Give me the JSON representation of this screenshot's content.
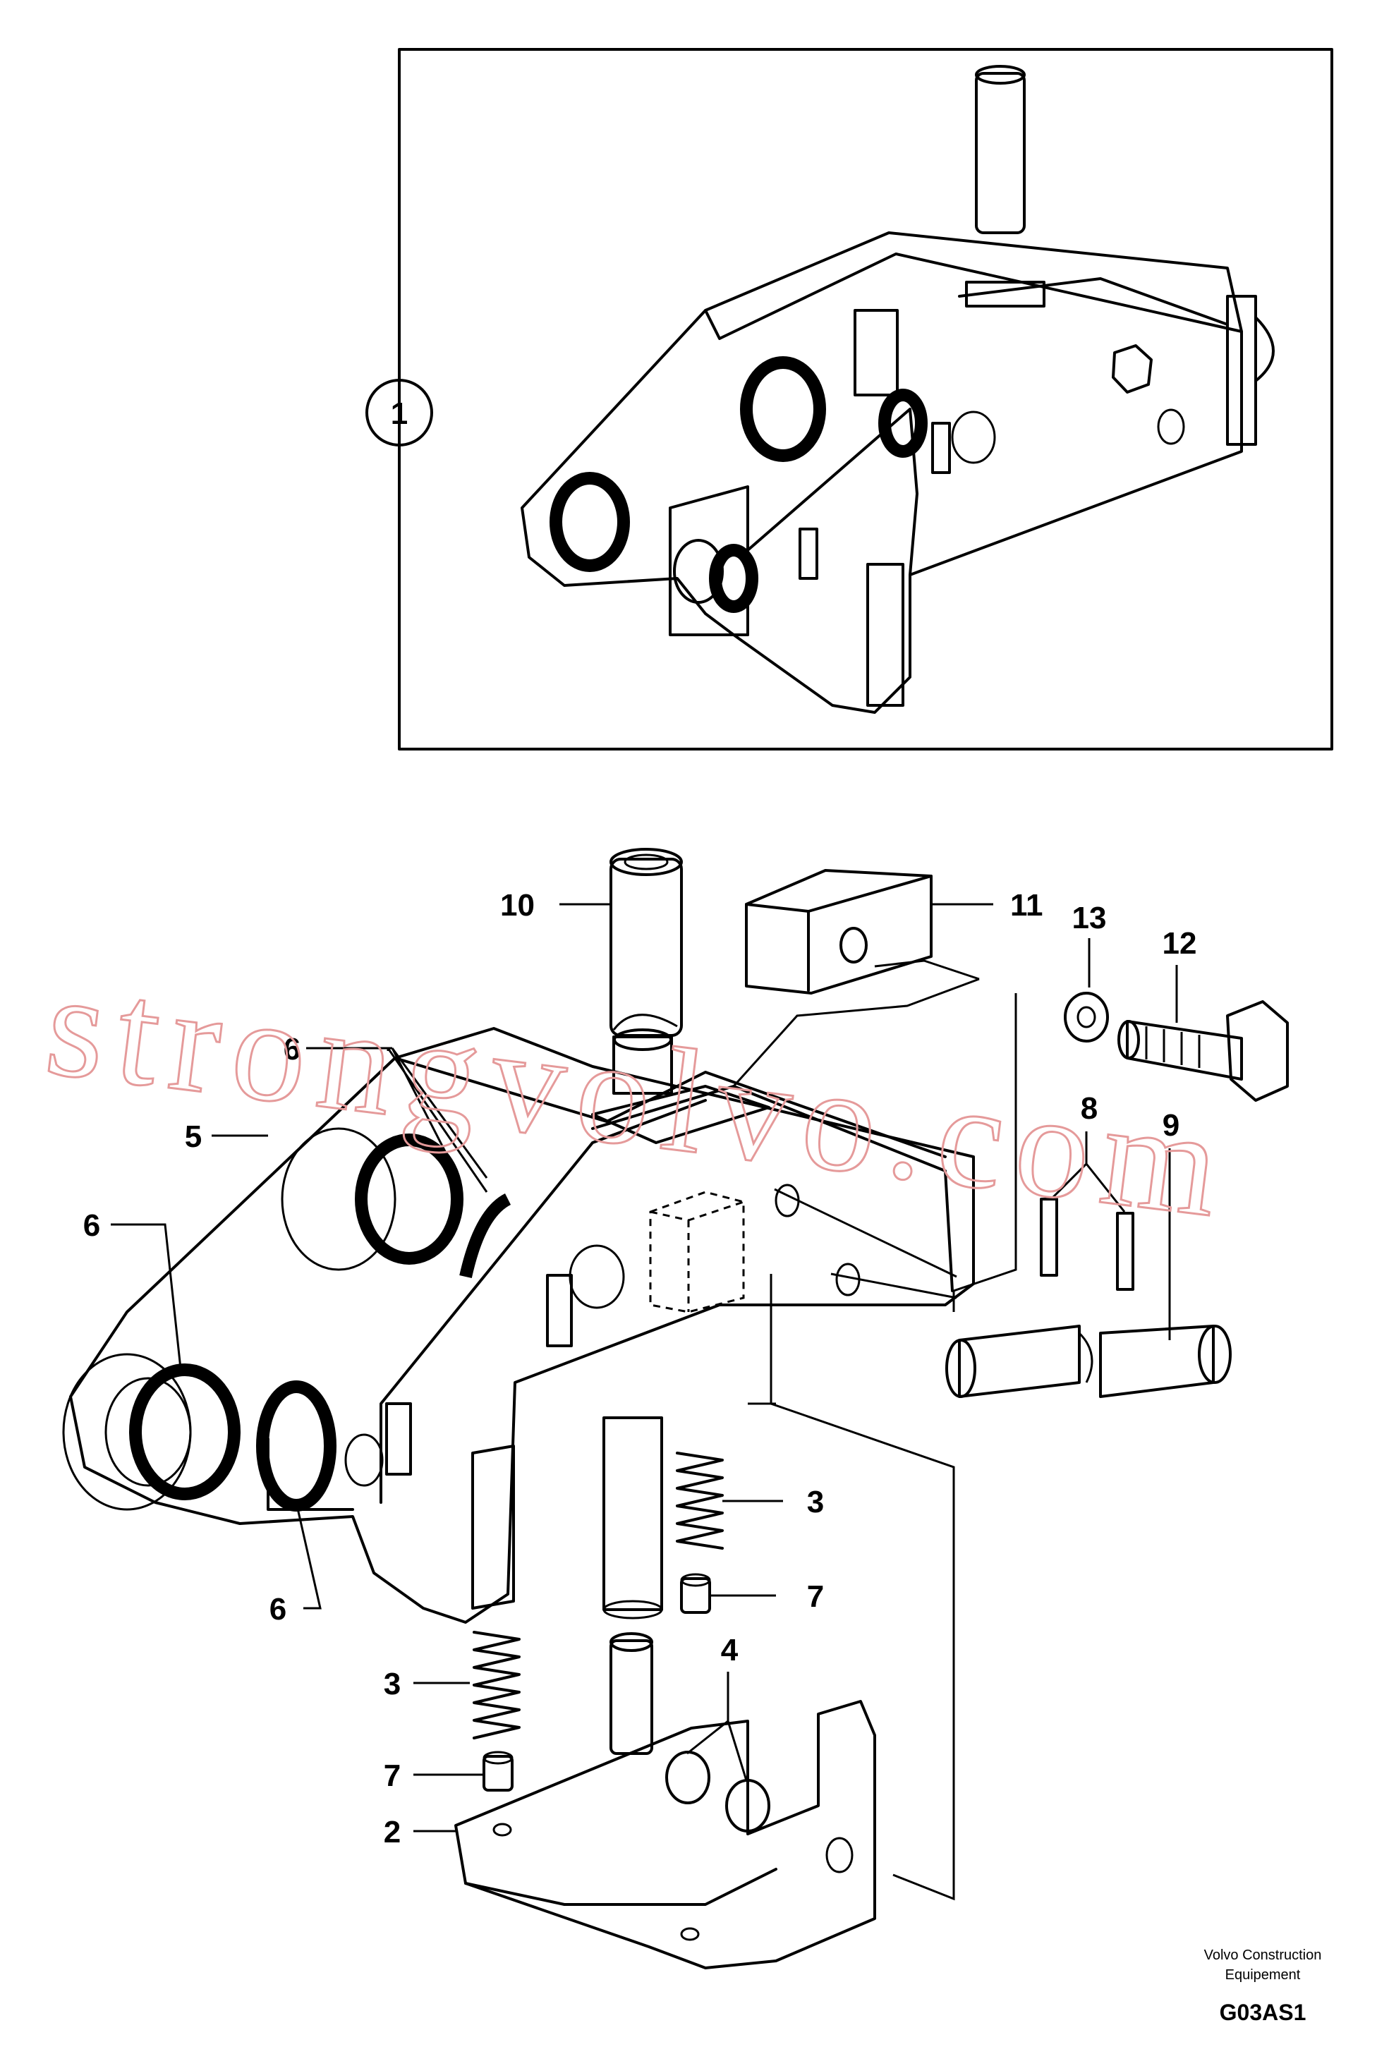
{
  "inset": {
    "label": "1"
  },
  "callouts": {
    "c2": "2",
    "c3a": "3",
    "c3b": "3",
    "c4": "4",
    "c5": "5",
    "c6a": "6",
    "c6b": "6",
    "c6c": "6",
    "c7a": "7",
    "c7b": "7",
    "c8": "8",
    "c9": "9",
    "c10": "10",
    "c11": "11",
    "c12": "12",
    "c13": "13"
  },
  "watermark": {
    "text": "strongvolvo.com",
    "color": "#e59a9a"
  },
  "credit": {
    "line1": "Volvo Construction",
    "line2": "Equipement",
    "code": "G03AS1"
  }
}
